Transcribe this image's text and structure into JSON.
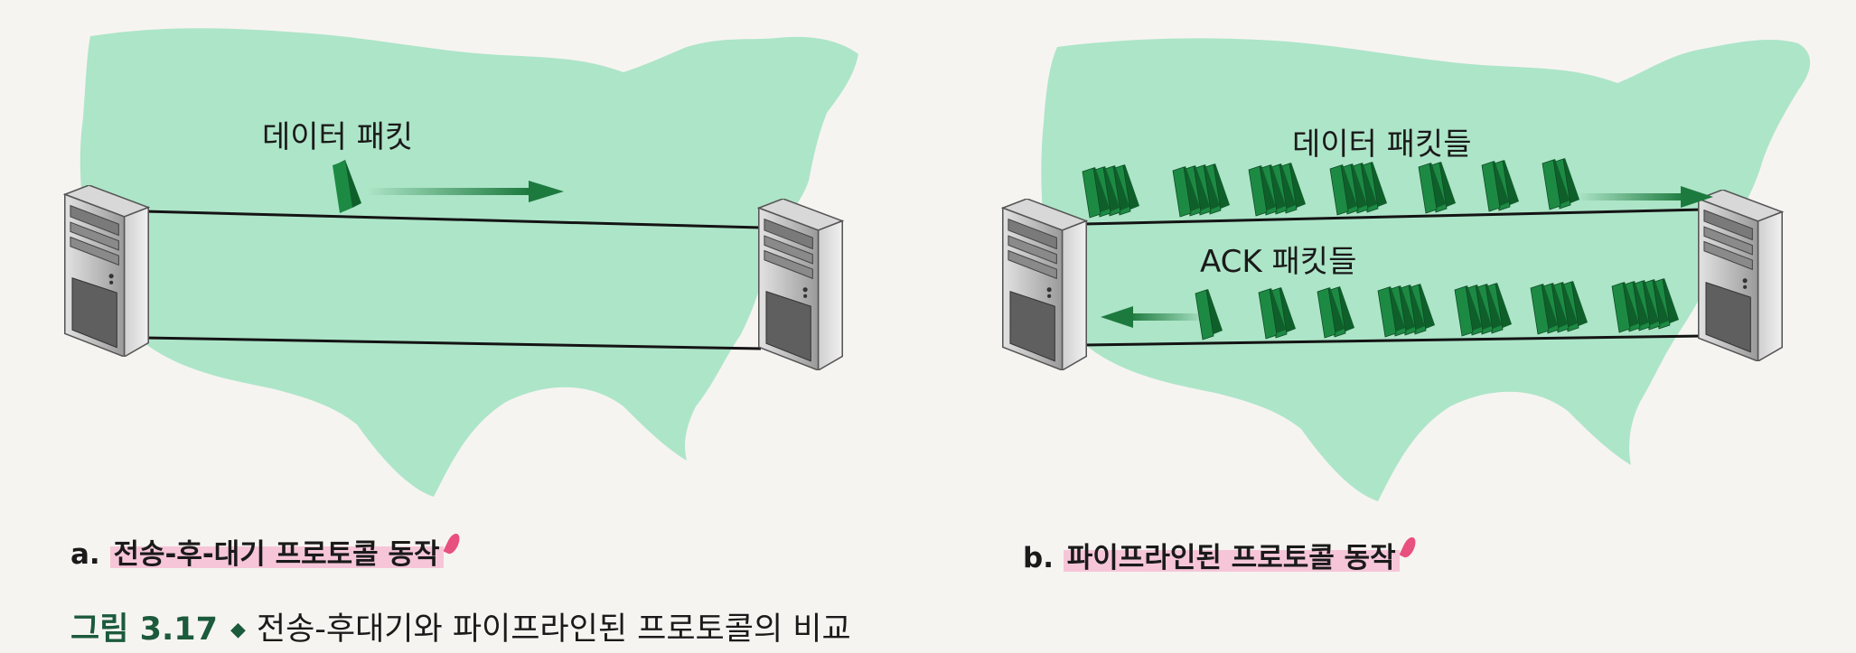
{
  "panel_a": {
    "packet_label": "데이터 패킷",
    "caption_prefix": "a.",
    "caption_text": "전송-후-대기 프로토콜 동작"
  },
  "panel_b": {
    "data_label": "데이터 패킷들",
    "ack_label": "ACK 패킷들",
    "caption_prefix": "b.",
    "caption_text": "파이프라인된 프로토콜 동작"
  },
  "figure": {
    "number": "그림 3.17",
    "title": "전송-후대기와 파이프라인된 프로토콜의 비교"
  },
  "colors": {
    "map": "#a6e3c4",
    "packet": "#1d8a44",
    "arrow": "#1d7a3e",
    "highlight": "#f6a0c4",
    "figure_accent": "#1c5a3c"
  }
}
